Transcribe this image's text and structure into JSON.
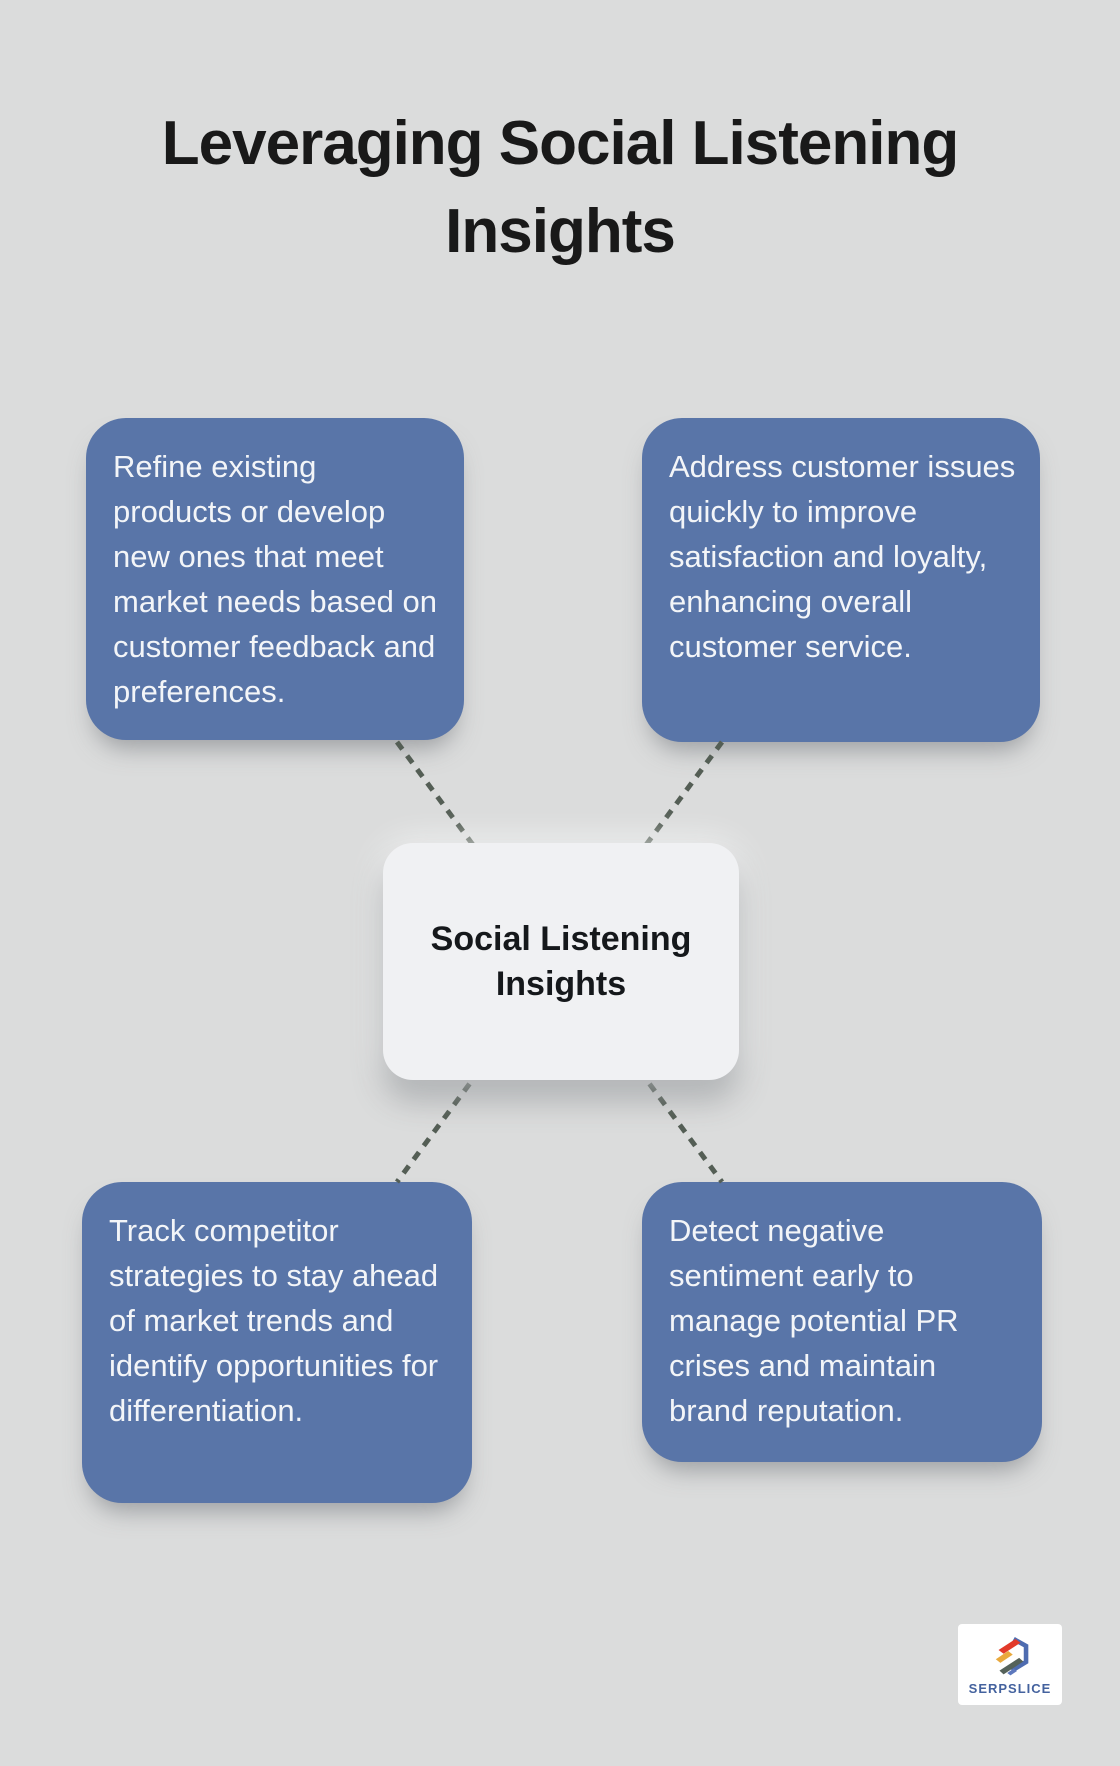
{
  "title": {
    "line1": "Leveraging Social Listening",
    "line2": "Insights"
  },
  "center_node": {
    "label": "Social Listening Insights"
  },
  "nodes": [
    {
      "position": "top-left",
      "text": "Refine existing products or develop new ones that meet market needs based on customer feedback and preferences."
    },
    {
      "position": "top-right",
      "text": "Address customer issues quickly to improve satisfaction and loyalty, enhancing overall customer service."
    },
    {
      "position": "bottom-left",
      "text": "Track competitor strategies to stay ahead of market trends and identify opportunities for dif­ferentiation."
    },
    {
      "position": "bottom-right",
      "text": "Detect negative sentiment early to manage potential PR crises and maintain brand reputation."
    }
  ],
  "branding": {
    "label": "SERPSLICE"
  },
  "colors": {
    "background": "#dbdcdc",
    "node_blue": "#5975a8",
    "node_text": "#f3f5f8",
    "center_bg": "#f0f1f3",
    "center_text": "#15181b",
    "title_text": "#191919",
    "connector": "#545e55",
    "logo_text": "#44629e",
    "logo_red": "#e23a2a",
    "logo_yellow": "#e9a93d",
    "logo_dark": "#55625a",
    "logo_blue": "#4e6cb0",
    "logo_blue_light": "#5d78bd"
  }
}
